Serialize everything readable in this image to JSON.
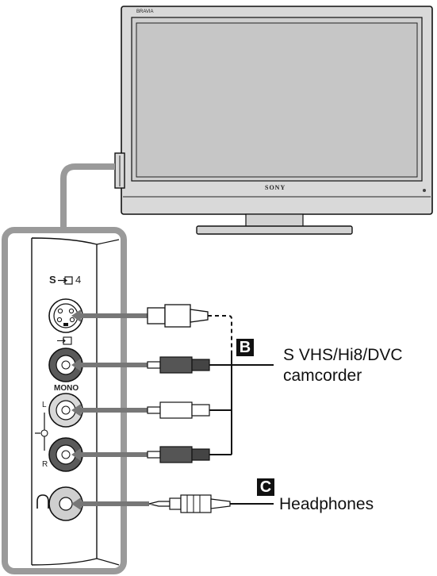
{
  "tv": {
    "brand_text": "SONY",
    "corner_logo_text": "BRAVIA"
  },
  "panel": {
    "svideo_label": "S",
    "svideo_number": "4",
    "mono_label": "MONO",
    "left_label": "L",
    "right_label": "R"
  },
  "connections": [
    {
      "badge": "B",
      "label_line1": "S VHS/Hi8/DVC",
      "label_line2": "camcorder"
    },
    {
      "badge": "C",
      "label_line1": "Headphones"
    }
  ],
  "colors": {
    "line": "#111111",
    "tv_frame": "#d7d7d7",
    "tv_screen": "#c9c9c9",
    "panel_outline": "#9a9a9a",
    "jack_dark": "#555555",
    "jack_light": "#bdbdbd"
  }
}
